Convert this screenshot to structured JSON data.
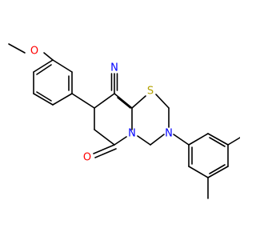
{
  "molecule": {
    "atoms": [
      {
        "id": "O1",
        "label": "O",
        "color": "#ff0000",
        "role": "methoxy-oxygen"
      },
      {
        "id": "N1",
        "label": "N",
        "color": "#0000ff",
        "role": "nitrile-nitrogen"
      },
      {
        "id": "S1",
        "label": "S",
        "color": "#b3a100",
        "role": "thiadiazine-sulfur"
      },
      {
        "id": "N2",
        "label": "N",
        "color": "#0000ff",
        "role": "ring-nitrogen-aryl"
      },
      {
        "id": "N3",
        "label": "N",
        "color": "#0000ff",
        "role": "ring-nitrogen-fused"
      },
      {
        "id": "O2",
        "label": "O",
        "color": "#ff0000",
        "role": "carbonyl-oxygen"
      }
    ],
    "colors": {
      "bond": "#000000",
      "oxygen": "#ff0000",
      "nitrogen": "#0000ff",
      "sulfur": "#b3a100",
      "background": "#ffffff"
    }
  }
}
